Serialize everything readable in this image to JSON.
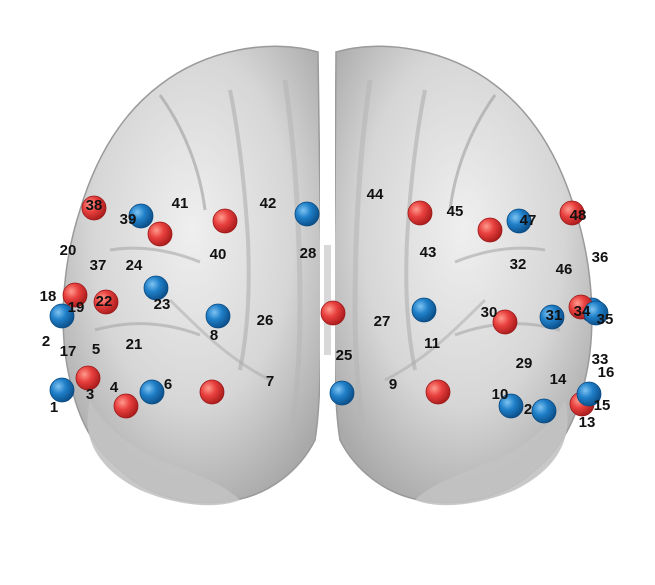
{
  "colors": {
    "red": "#e8403e",
    "blue": "#1f7fc8",
    "brain_light": "#e6e6e6",
    "brain_mid": "#c9c9c9",
    "brain_dark": "#8e8e8e"
  },
  "markers": [
    {
      "id": "m1",
      "color": "blue"
    },
    {
      "id": "m2",
      "color": "red"
    },
    {
      "id": "m3",
      "color": "red"
    },
    {
      "id": "m4",
      "color": "blue"
    },
    {
      "id": "m5",
      "color": "red"
    },
    {
      "id": "m6",
      "color": "blue"
    },
    {
      "id": "m7",
      "color": "blue"
    },
    {
      "id": "m8",
      "color": "red"
    },
    {
      "id": "m9",
      "color": "red"
    },
    {
      "id": "m10",
      "color": "blue"
    },
    {
      "id": "m11",
      "color": "red"
    },
    {
      "id": "m12",
      "color": "blue"
    },
    {
      "id": "m13",
      "color": "red"
    },
    {
      "id": "m14",
      "color": "red"
    },
    {
      "id": "m15",
      "color": "blue"
    },
    {
      "id": "m16",
      "color": "red"
    },
    {
      "id": "m17",
      "color": "blue"
    },
    {
      "id": "m18",
      "color": "blue"
    },
    {
      "id": "m19",
      "color": "red"
    },
    {
      "id": "m20",
      "color": "blue"
    },
    {
      "id": "m21",
      "color": "red"
    },
    {
      "id": "m22",
      "color": "blue"
    },
    {
      "id": "m23",
      "color": "red"
    },
    {
      "id": "m24",
      "color": "blue"
    },
    {
      "id": "m25",
      "color": "blue"
    },
    {
      "id": "m26",
      "color": "red"
    },
    {
      "id": "m27",
      "color": "blue"
    },
    {
      "id": "m28",
      "color": "red"
    },
    {
      "id": "m29",
      "color": "blue"
    },
    {
      "id": "m30",
      "color": "red"
    },
    {
      "id": "m31",
      "color": "red"
    },
    {
      "id": "m32",
      "color": "blue"
    }
  ],
  "labels": [
    "1",
    "2",
    "3",
    "4",
    "5",
    "6",
    "7",
    "8",
    "9",
    "10",
    "11",
    "2",
    "13",
    "14",
    "15",
    "16",
    "17",
    "18",
    "19",
    "20",
    "21",
    "22",
    "23",
    "24",
    "25",
    "26",
    "27",
    "28",
    "29",
    "30",
    "31",
    "34",
    "35",
    "33",
    "32",
    "36",
    "37",
    "38",
    "39",
    "40",
    "41",
    "42",
    "43",
    "44",
    "45",
    "46",
    "47",
    "48"
  ]
}
